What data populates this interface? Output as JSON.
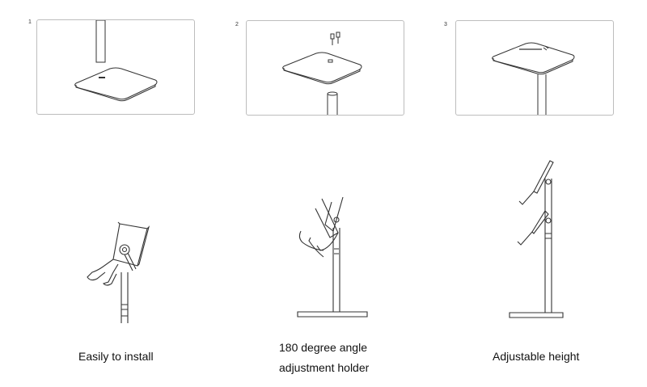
{
  "steps": [
    {
      "number": "1"
    },
    {
      "number": "2"
    },
    {
      "number": "3"
    }
  ],
  "features": [
    {
      "caption": "Easily to install"
    },
    {
      "caption_line1": "180 degree angle",
      "caption_line2": "adjustment holder"
    },
    {
      "caption": "Adjustable height"
    }
  ],
  "colors": {
    "line": "#333333",
    "box_border": "#bdbdbd"
  }
}
